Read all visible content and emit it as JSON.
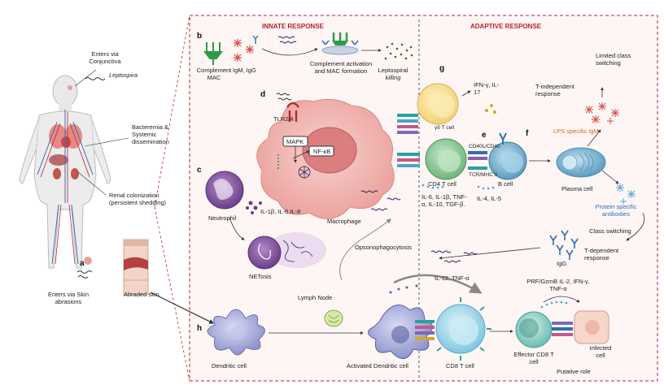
{
  "sections": {
    "innate": "INNATE RESPONSE",
    "adaptive": "ADAPTIVE RESPONSE"
  },
  "panels": {
    "a": "a",
    "b": "b",
    "c": "c",
    "d": "d",
    "e": "e",
    "f": "f",
    "g": "g",
    "h": "h"
  },
  "body_labels": {
    "enters_conjunctiva": "Enters via Conjunctiva",
    "leptospira": "Leptospira",
    "bacteremia": "Bacteremia & Systemic dissemination",
    "renal": "Renal colonization (persistent shedding)",
    "enters_skin": "Enters via Skin abrasions",
    "abraded_skin": "Abraded skin"
  },
  "innate_labels": {
    "complement_mac": "Complement MAC",
    "igm_igg": "IgM, IgG",
    "complement_activation": "Complement activation and MAC formation",
    "leptospiral_killing_1": "Leptospiral",
    "leptospiral_killing_2": "killing",
    "tlr": "TLR2/4",
    "mapk": "MAPK",
    "nfkb": "NF-κB",
    "macrophage": "Macrophage",
    "neutrophil": "Neutrophil",
    "il_neutrophil": "IL-1β, IL-6,IL-8",
    "netosis": "NETosis",
    "opsonophagocytosis": "Opsonophagocytosis",
    "lymph_node": "Lymph Node",
    "dendritic": "Dendritic cell",
    "activated_dendritic": "Activated Dendritic cell"
  },
  "adaptive_labels": {
    "ifn_il17": "IFN-γ, IL-17",
    "gd_tcell": "γδ T cell",
    "cd40": "CD40L/CD40",
    "tcr_mhc": "TCR/MHC II",
    "cd4": "CD4 T cell",
    "bcell": "B cell",
    "il_cd4": "IL-6, IL-1β, TNF-α, IL-10, TGF-β.",
    "il_4_5": "IL-4, IL-5",
    "plasma": "Plasma cell",
    "t_independent": "T-independent response",
    "limited_switching": "Limited class switching",
    "lps_igm": "LPS specific IgM",
    "protein_antibodies": "Protein specific antibodies",
    "class_switching": "Class switching",
    "t_dependent": "T-dependent response",
    "igg": "IgG",
    "il12_tnf": "IL-12, TNF-α",
    "cd8": "CD8 T cell",
    "prf": "PRF/GzmB IL-2, IFN-γ, TNF-α",
    "effector_cd8": "Effector CD8 T cell",
    "infected_cell": "Infected cell",
    "putative_role": "Putative role"
  },
  "colors": {
    "dashed_border": "#c0202a",
    "macrophage": "#f2b9b5",
    "neutrophil": "#8a5fa8",
    "gd_tcell": "#f6df8f",
    "cd4": "#8fc79a",
    "bcell": "#7fb4cf",
    "plasma": "#9fd0e6",
    "dendritic": "#a9aee0",
    "cd8": "#a8dcec",
    "effector": "#8fd0c7",
    "infected": "#f2c5b8",
    "complement": "#2e9a4a",
    "antibody": "#2d6fb5",
    "leptospira": "#2a2a60"
  }
}
